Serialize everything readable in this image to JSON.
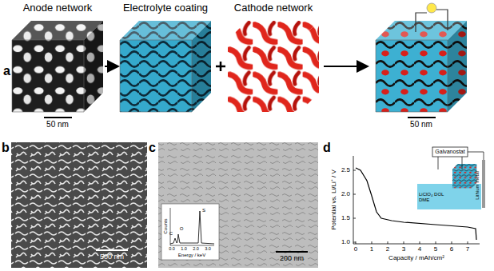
{
  "diagram": {
    "labels": [
      "a",
      "Anode network",
      "Electrolyte coating",
      "Cathode network",
      "50 nm",
      "50 nm",
      "b",
      "500 nm",
      "c",
      "200 nm",
      "Counts",
      "Energy / keV",
      "0.0",
      "1.0",
      "2.0",
      "3.0",
      "C",
      "O",
      "S",
      "d",
      "Potential vs. Li/Li⁺ / V",
      "Capacity / mAh/cm²",
      "2.5",
      "2.0",
      "1.5",
      "1.0",
      "0",
      "1",
      "2",
      "3",
      "4",
      "5",
      "6",
      "7",
      "Galvanostat",
      "LiClO₄ DOL DME",
      "Lithium metal"
    ]
  }
}
